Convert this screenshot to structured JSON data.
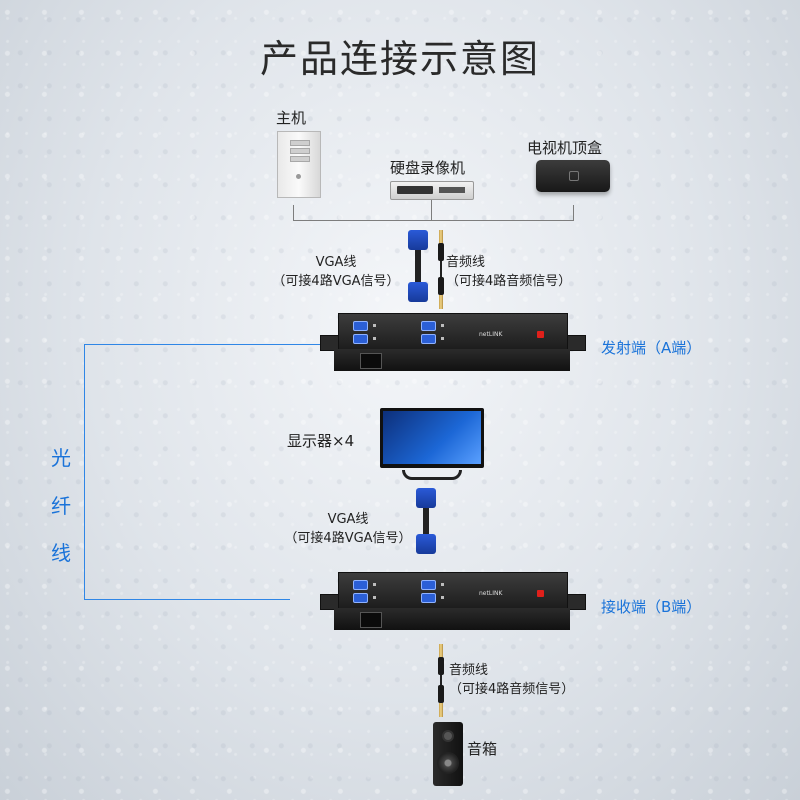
{
  "title": "产品连接示意图",
  "devices": {
    "host": "主机",
    "dvr": "硬盘录像机",
    "stb": "电视机顶盒",
    "monitor": "显示器×4",
    "speaker": "音箱"
  },
  "cables": {
    "vga_top": "VGA线",
    "vga_top_note": "（可接4路VGA信号）",
    "audio_top": "音频线",
    "audio_top_note": "（可接4路音频信号）",
    "vga_mid": "VGA线",
    "vga_mid_note": "（可接4路VGA信号）",
    "audio_bottom": "音频线",
    "audio_bottom_note": "（可接4路音频信号）"
  },
  "ends": {
    "transmitter": "发射端（A端）",
    "receiver": "接收端（B端）"
  },
  "fiber": [
    "光",
    "纤",
    "线"
  ],
  "brand": "netLINK",
  "colors": {
    "accent": "#1a73d9",
    "device": "#222222",
    "vga": "#2a5ad8"
  },
  "icons": [
    "desktop-tower-icon",
    "dvr-icon",
    "set-top-box-icon",
    "rack-device-icon",
    "monitor-icon",
    "vga-cable-icon",
    "audio-cable-icon",
    "speaker-icon"
  ]
}
